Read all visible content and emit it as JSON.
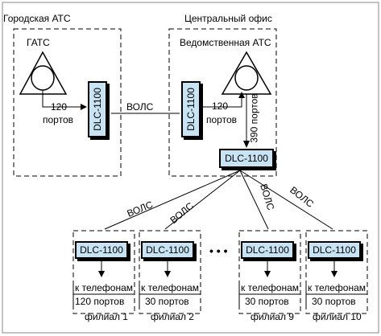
{
  "frame": {
    "city_label": "Городская АТС",
    "central_label": "Центральный офис"
  },
  "city_pbx": {
    "name": "ГАТС",
    "ports_count": "120",
    "ports_word": "портов"
  },
  "dept_pbx": {
    "name": "Ведомственная АТС",
    "ports_count": "120",
    "ports_word": "портов"
  },
  "vertical_ports": "390 портов",
  "device_label": "DLC-1100",
  "links": {
    "vols_main": "ВОЛС",
    "vols_branch": "ВОЛС"
  },
  "branches": [
    {
      "name": "филиал 1",
      "line1": "к телефонам",
      "line2": "120 портов"
    },
    {
      "name": "филиал 2",
      "line1": "к телефонам",
      "line2": "30 портов"
    },
    {
      "name": "филиал 9",
      "line1": "к телефонам",
      "line2": "30 портов"
    },
    {
      "name": "филиал 10",
      "line1": "к телефонам",
      "line2": "30 портов"
    }
  ],
  "ellipsis": "• • •",
  "colors": {
    "device_fill": "#c8e3f3",
    "line": "#000000"
  }
}
